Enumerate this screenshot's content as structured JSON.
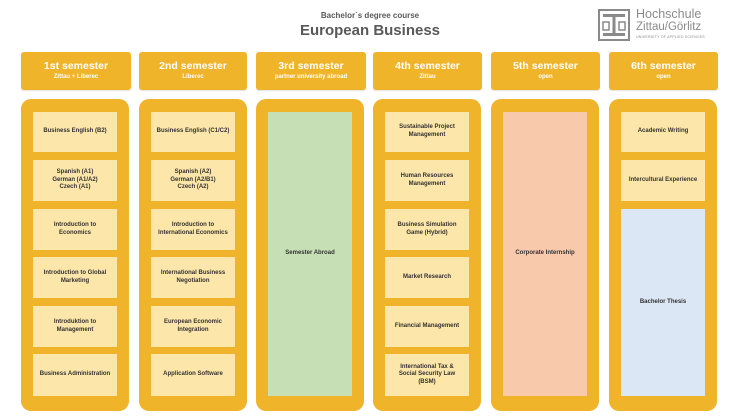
{
  "header": {
    "subtitle": "Bachelor`s degree course",
    "title": "European Business"
  },
  "logo": {
    "name": "Hochschule",
    "location": "Zittau/Görlitz",
    "tagline": "UNIVERSITY OF APPLIED SCIENCES"
  },
  "colors": {
    "accent": "#f0b42a",
    "module": "#fde6a9",
    "abroad": "#c6dfb4",
    "internship": "#f8c9ab",
    "thesis": "#dbe7f4",
    "text": "#595959"
  },
  "semesters": [
    {
      "name": "1st semester",
      "location": "Zittau + Liberec",
      "modules": [
        "Business English (B2)",
        "Spanish (A1)\nGerman (A1/A2)\nCzech (A1)",
        "Introduction to\nEconomics",
        "Introduction to Global\nMarketing",
        "Introduktion to\nManagement",
        "Business Administration"
      ]
    },
    {
      "name": "2nd semester",
      "location": "Liberec",
      "modules": [
        "Business English (C1/C2)",
        "Spanish (A2)\nGerman (A2/B1)\nCzech (A2)",
        "Introduction to\nInternational Economics",
        "International Business\nNegotiation",
        "European Economic\nIntegration",
        "Application Software"
      ]
    },
    {
      "name": "3rd semester",
      "location": "partner university abroad",
      "modules": [
        "Semester Abroad"
      ]
    },
    {
      "name": "4th semester",
      "location": "Zittau",
      "modules": [
        "Sustainable Project\nManagement",
        "Human Resources\nManagement",
        "Business Simulation\nGame (Hybrid)",
        "Market Research",
        "Financial Management",
        "International Tax &\nSocial Security Law\n(BSM)"
      ]
    },
    {
      "name": "5th semester",
      "location": "open",
      "modules": [
        "Corporate Internship"
      ]
    },
    {
      "name": "6th semester",
      "location": "open",
      "modules": [
        "Academic Writing",
        "Intercultural Experience",
        "Bachelor Thesis"
      ]
    }
  ]
}
